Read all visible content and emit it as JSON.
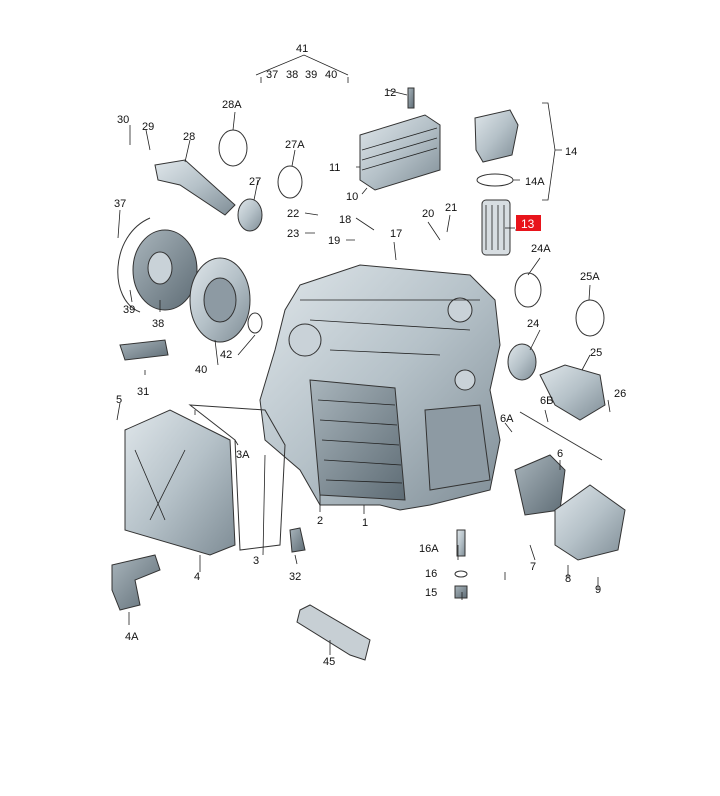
{
  "diagram": {
    "highlighted": "13",
    "group_41": {
      "label": "41",
      "members": [
        "37",
        "38",
        "39",
        "40"
      ]
    },
    "group_14": {
      "label": "14",
      "members": [
        "14A"
      ]
    },
    "labels": {
      "l1": "1",
      "l2": "2",
      "l3": "3",
      "l3a": "3A",
      "l4": "4",
      "l4a": "4A",
      "l5": "5",
      "l6": "6",
      "l6a": "6A",
      "l6b": "6B",
      "l7": "7",
      "l8": "8",
      "l9": "9",
      "l10": "10",
      "l11": "11",
      "l12": "12",
      "l13": "13",
      "l14": "14",
      "l14a": "14A",
      "l15": "15",
      "l16": "16",
      "l16a": "16A",
      "l17": "17",
      "l18": "18",
      "l19": "19",
      "l20": "20",
      "l21": "21",
      "l22": "22",
      "l23": "23",
      "l24": "24",
      "l24a": "24A",
      "l25": "25",
      "l25a": "25A",
      "l26": "26",
      "l27": "27",
      "l27a": "27A",
      "l28": "28",
      "l28a": "28A",
      "l29": "29",
      "l30": "30",
      "l31": "31",
      "l32": "32",
      "l37": "37",
      "l38": "38",
      "l39": "39",
      "l40": "40",
      "l41": "41",
      "l42": "42",
      "l45": "45",
      "g41_37": "37",
      "g41_38": "38",
      "g41_39": "39",
      "g41_40": "40"
    }
  }
}
